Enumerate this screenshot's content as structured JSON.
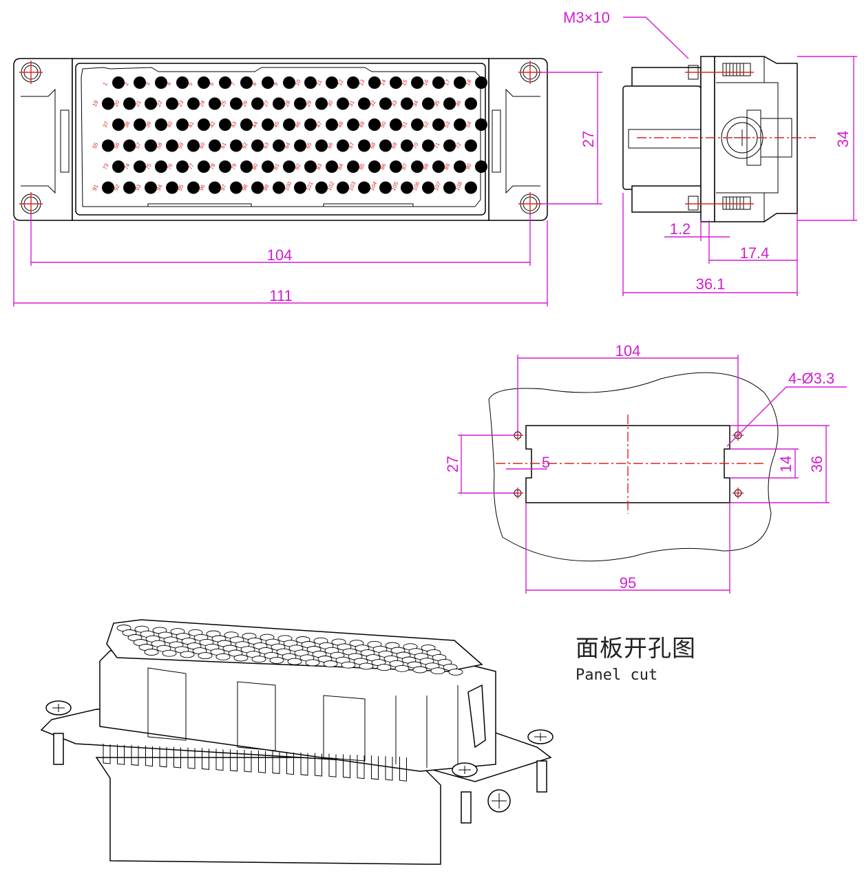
{
  "front_view": {
    "dims": {
      "overall_width": "111",
      "hole_spacing": "104",
      "height": "27"
    },
    "pin_count": 108,
    "pin_label_note": "pins numbered 1–108, printed next to each contact"
  },
  "side_view": {
    "screw_label": "M3×10",
    "dims": {
      "height": "34",
      "offset": "1.2",
      "depth_inner": "17.4",
      "depth_total": "36.1"
    }
  },
  "panel_cut": {
    "dims": {
      "hole_spacing": "104",
      "holes": "4-Ø3.3",
      "vertical_spacing": "27",
      "notch": "5",
      "half_height": "14",
      "height": "36",
      "cut_width": "95"
    },
    "title_cn": "面板开孔图",
    "title_en": "Panel cut"
  },
  "colors": {
    "dimension": "#d21cd2",
    "pin_label": "#e0201c",
    "outline": "#000000"
  }
}
